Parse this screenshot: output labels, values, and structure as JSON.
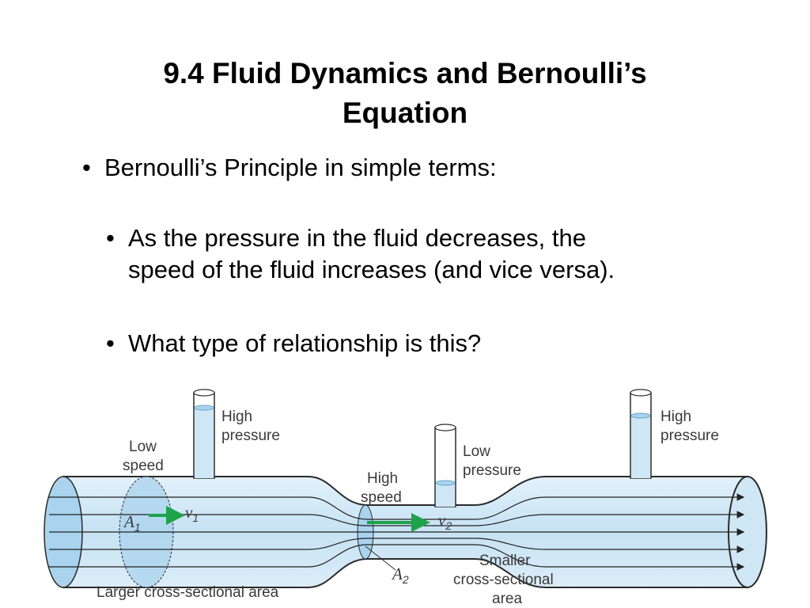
{
  "slide": {
    "title_line1": "9.4 Fluid Dynamics and Bernoulli’s",
    "title_line2": "Equation",
    "bullet_char": "•",
    "bullets": [
      {
        "text": "Bernoulli’s Principle in simple terms:"
      },
      {
        "lines": [
          "As the pressure in the fluid decreases, the",
          "speed of the fluid increases (and vice versa)."
        ]
      },
      {
        "text": "What type of relationship is this?"
      }
    ]
  },
  "diagram": {
    "labels": {
      "high_pressure_left_1": "High",
      "high_pressure_left_2": "pressure",
      "low_speed_1": "Low",
      "low_speed_2": "speed",
      "high_speed_1": "High",
      "high_speed_2": "speed",
      "low_pressure_1": "Low",
      "low_pressure_2": "pressure",
      "high_pressure_right_1": "High",
      "high_pressure_right_2": "pressure",
      "larger_area": "Larger cross-sectional area",
      "smaller_area_1": "Smaller",
      "smaller_area_2": "cross-sectional",
      "smaller_area_3": "area",
      "a1_var": "A",
      "a1_sub": "1",
      "v1_var": "v",
      "v1_sub": "1",
      "a2_var": "A",
      "a2_sub": "2",
      "v2_var": "v",
      "v2_sub": "2"
    },
    "colors": {
      "fluid": "#cfe7f5",
      "fluid_dark": "#a9d3ee",
      "pipe_outline": "#2b2b2b",
      "arrow_green": "#1fa34a"
    }
  }
}
